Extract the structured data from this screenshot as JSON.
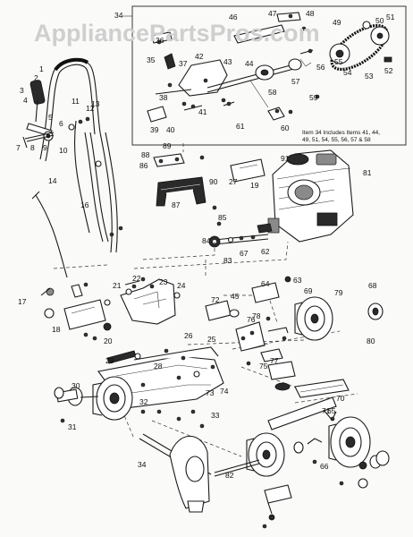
{
  "watermark": "AppliancePartsPros.com",
  "inset": {
    "label": "34",
    "note_line1": "Item 34 Includes Items 41, 44,",
    "note_line2": "49, 51, 54, 55, 56, 57 & 58"
  },
  "callouts": [
    "1",
    "2",
    "3",
    "4",
    "5",
    "6",
    "7",
    "8",
    "9",
    "10",
    "11",
    "12",
    "13",
    "14",
    "16",
    "17",
    "18",
    "19",
    "20",
    "21",
    "22",
    "23",
    "24",
    "25",
    "26",
    "27",
    "28",
    "29",
    "30",
    "31",
    "32",
    "33",
    "34",
    "35",
    "36",
    "37",
    "38",
    "39",
    "40",
    "41",
    "42",
    "43",
    "44",
    "45",
    "46",
    "47",
    "48",
    "49",
    "50",
    "51",
    "52",
    "53",
    "54",
    "55",
    "56",
    "57",
    "58",
    "59",
    "60",
    "61",
    "62",
    "63",
    "64",
    "65",
    "66",
    "67",
    "68",
    "69",
    "70",
    "71",
    "72",
    "73",
    "74",
    "75",
    "76",
    "77",
    "78",
    "79",
    "80",
    "81",
    "82",
    "83",
    "84",
    "85",
    "86",
    "87",
    "88",
    "89",
    "90",
    "91"
  ]
}
